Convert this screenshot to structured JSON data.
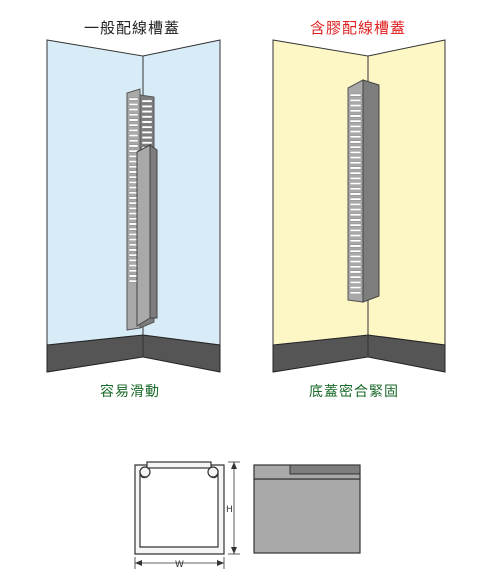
{
  "panels": [
    {
      "title": "一般配線槽蓋",
      "caption": "容易滑動",
      "title_color": "#222222",
      "caption_color": "#1a6a2a",
      "wall_color": "#d8ecf8"
    },
    {
      "title": "含膠配線槽蓋",
      "caption": "底蓋密合緊固",
      "title_color": "#e02020",
      "caption_color": "#1a6a2a",
      "wall_color": "#fdf7c6"
    }
  ],
  "dimensions": {
    "height_label": "H",
    "width_label": "W"
  },
  "colors": {
    "base": "#555555",
    "duct": "#a9a9a9",
    "duct_dark": "#7d7d7d",
    "outline": "#333333"
  }
}
